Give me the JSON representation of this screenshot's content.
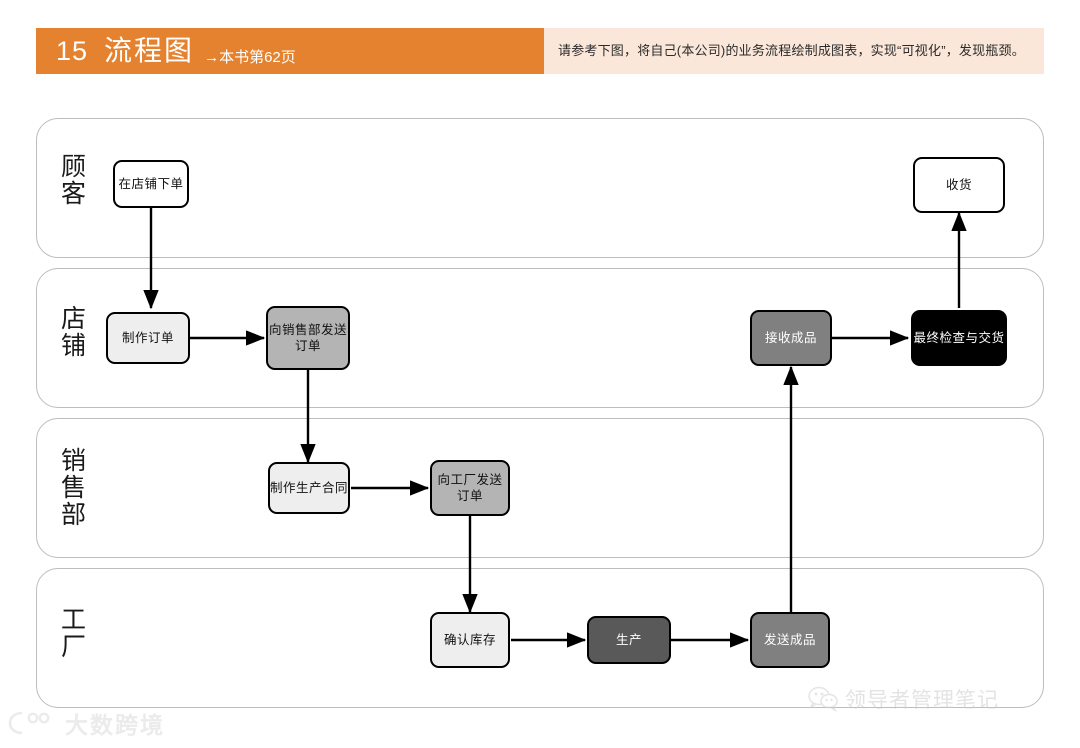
{
  "header": {
    "number": "15",
    "title": "流程图",
    "reference": "→本书第62页",
    "description": "请参考下图，将自己(本公司)的业务流程绘制成图表，实现“可视化”，发现瓶颈。",
    "accent_color": "#e5822f",
    "description_bg": "#fae7d9"
  },
  "lanes": [
    {
      "label": "顾客"
    },
    {
      "label": "店铺"
    },
    {
      "label": "销售部"
    },
    {
      "label": "工厂"
    }
  ],
  "nodes": [
    {
      "id": "order-in-store",
      "label": "在店铺下单",
      "lane": 0,
      "fill": "#ffffff",
      "text_color": "#111111"
    },
    {
      "id": "receive-goods",
      "label": "收货",
      "lane": 0,
      "fill": "#ffffff",
      "text_color": "#111111"
    },
    {
      "id": "create-order",
      "label": "制作订单",
      "lane": 1,
      "fill": "#eeeeee",
      "text_color": "#111111"
    },
    {
      "id": "send-order-sales",
      "label": "向销售部发送订单",
      "lane": 1,
      "fill": "#b4b4b4",
      "text_color": "#111111"
    },
    {
      "id": "receive-products",
      "label": "接收成品",
      "lane": 1,
      "fill": "#808080",
      "text_color": "#ffffff"
    },
    {
      "id": "final-check",
      "label": "最终检查与交货",
      "lane": 1,
      "fill": "#000000",
      "text_color": "#ffffff"
    },
    {
      "id": "create-contract",
      "label": "制作生产合同",
      "lane": 2,
      "fill": "#eeeeee",
      "text_color": "#111111"
    },
    {
      "id": "send-order-factory",
      "label": "向工厂发送订单",
      "lane": 2,
      "fill": "#b4b4b4",
      "text_color": "#111111"
    },
    {
      "id": "check-stock",
      "label": "确认库存",
      "lane": 3,
      "fill": "#eeeeee",
      "text_color": "#111111"
    },
    {
      "id": "production",
      "label": "生产",
      "lane": 3,
      "fill": "#595959",
      "text_color": "#ffffff"
    },
    {
      "id": "ship-products",
      "label": "发送成品",
      "lane": 3,
      "fill": "#808080",
      "text_color": "#ffffff"
    }
  ],
  "flows": [
    {
      "from": "order-in-store",
      "to": "create-order"
    },
    {
      "from": "create-order",
      "to": "send-order-sales"
    },
    {
      "from": "send-order-sales",
      "to": "create-contract"
    },
    {
      "from": "create-contract",
      "to": "send-order-factory"
    },
    {
      "from": "send-order-factory",
      "to": "check-stock"
    },
    {
      "from": "check-stock",
      "to": "production"
    },
    {
      "from": "production",
      "to": "ship-products"
    },
    {
      "from": "ship-products",
      "to": "receive-products"
    },
    {
      "from": "receive-products",
      "to": "final-check"
    },
    {
      "from": "final-check",
      "to": "receive-goods"
    }
  ],
  "watermarks": {
    "right": {
      "icon": "wechat-icon",
      "text": "领导者管理笔记"
    },
    "left": {
      "icon": "brand-logo-icon",
      "text": "大数跨境"
    }
  }
}
